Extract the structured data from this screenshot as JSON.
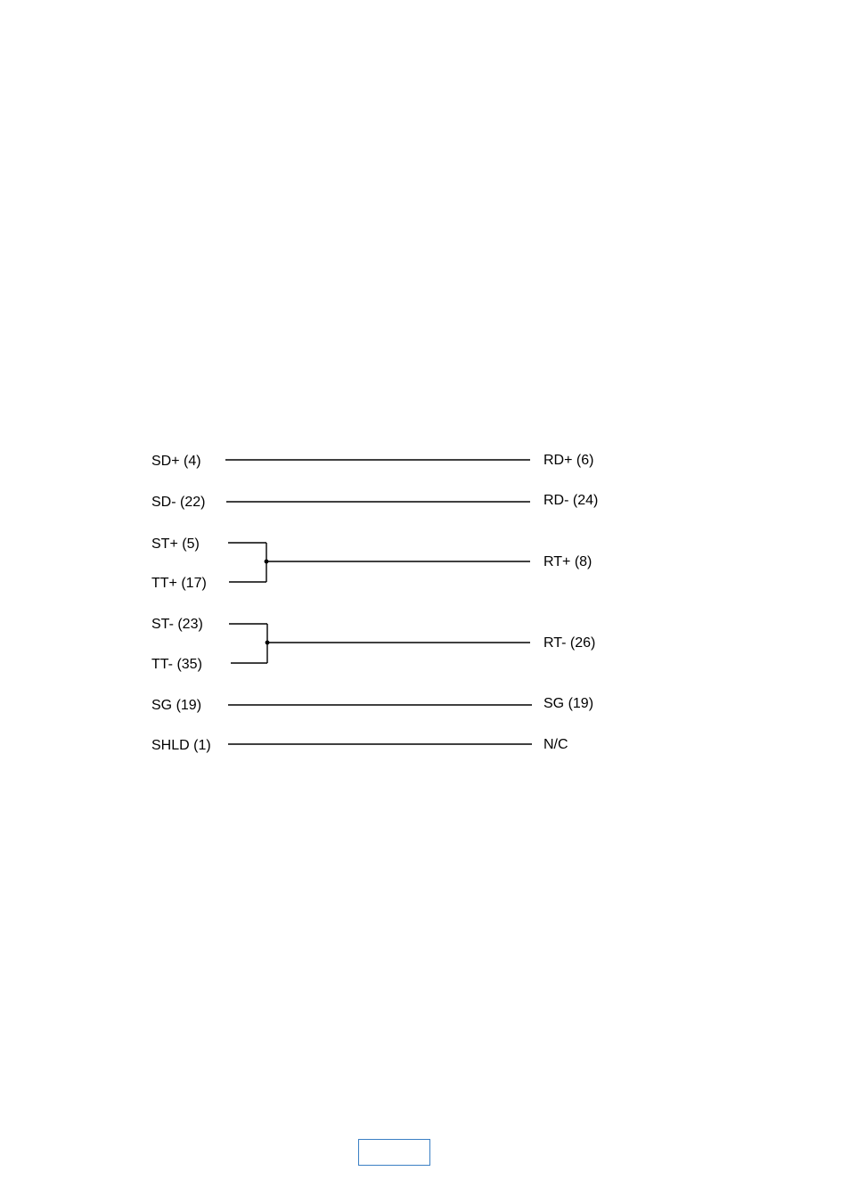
{
  "diagram": {
    "left_pins": {
      "sd_plus": "SD+ (4)",
      "sd_minus": "SD- (22)",
      "st_plus": "ST+ (5)",
      "tt_plus": "TT+ (17)",
      "st_minus": "ST- (23)",
      "tt_minus": "TT- (35)",
      "sg": "SG (19)",
      "shld": "SHLD (1)"
    },
    "right_pins": {
      "rd_plus": "RD+ (6)",
      "rd_minus": "RD- (24)",
      "rt_plus": "RT+ (8)",
      "rt_minus": "RT- (26)",
      "sg": "SG (19)",
      "nc": "N/C"
    },
    "connections": [
      {
        "from": [
          "SD+ (4)"
        ],
        "to": "RD+ (6)"
      },
      {
        "from": [
          "SD- (22)"
        ],
        "to": "RD- (24)"
      },
      {
        "from": [
          "ST+ (5)",
          "TT+ (17)"
        ],
        "to": "RT+ (8)"
      },
      {
        "from": [
          "ST- (23)",
          "TT- (35)"
        ],
        "to": "RT- (26)"
      },
      {
        "from": [
          "SG (19)"
        ],
        "to": "SG (19)"
      },
      {
        "from": [
          "SHLD (1)"
        ],
        "to": "N/C"
      }
    ],
    "line_color": "#000000"
  },
  "footer": {
    "box_border_color": "#3a7fc4"
  }
}
